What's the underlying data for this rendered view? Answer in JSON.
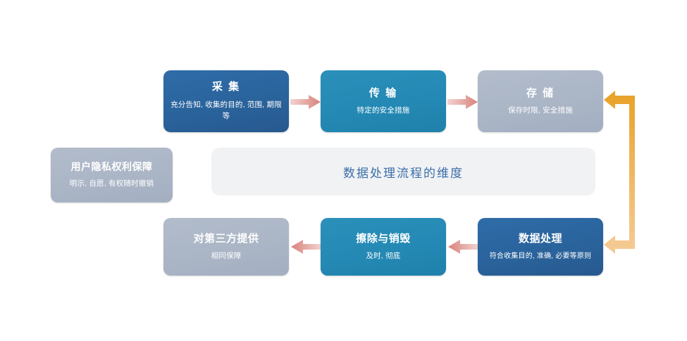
{
  "diagram": {
    "caption": "数据处理流程的维度",
    "colors": {
      "primary_blue": "#2f6ca8",
      "teal": "#2489b4",
      "gray_blue": "#aab5c6",
      "panel_bg": "#f1f2f4",
      "caption_text": "#3a6ea8",
      "arrow_red": "#d9827c",
      "arrow_red_light": "#f0cfcc",
      "arrow_orange": "#e9a52a",
      "arrow_orange_light": "#f3c893"
    },
    "nodes": [
      {
        "id": "collection",
        "title": "采 集",
        "subtitle": "充分告知, 收集的目的, 范围, 期限等",
        "style": "blue"
      },
      {
        "id": "transmission",
        "title": "传 输",
        "subtitle": "特定的安全措施",
        "style": "teal"
      },
      {
        "id": "storage",
        "title": "存 储",
        "subtitle": "保存时限, 安全措施",
        "style": "gray"
      },
      {
        "id": "user-privacy-rights",
        "title": "用户隐私权利保障",
        "subtitle": "明示, 自愿, 有权随时撤销",
        "style": "gray"
      },
      {
        "id": "data-processing",
        "title": "数据处理",
        "subtitle": "符合收集目的, 准确, 必要等原则",
        "style": "blue"
      },
      {
        "id": "erasure-destruction",
        "title": "擦除与销毁",
        "subtitle": "及时, 彻底",
        "style": "teal"
      },
      {
        "id": "third-party-provision",
        "title": "对第三方提供",
        "subtitle": "相同保障",
        "style": "gray"
      }
    ],
    "connectors": [
      {
        "id": "collection-to-transmission",
        "direction": "right"
      },
      {
        "id": "transmission-to-storage",
        "direction": "right"
      },
      {
        "id": "processing-to-erasure",
        "direction": "left"
      },
      {
        "id": "erasure-to-third-party",
        "direction": "left"
      },
      {
        "id": "processing-to-storage-return",
        "direction": "return-up-left"
      }
    ]
  }
}
